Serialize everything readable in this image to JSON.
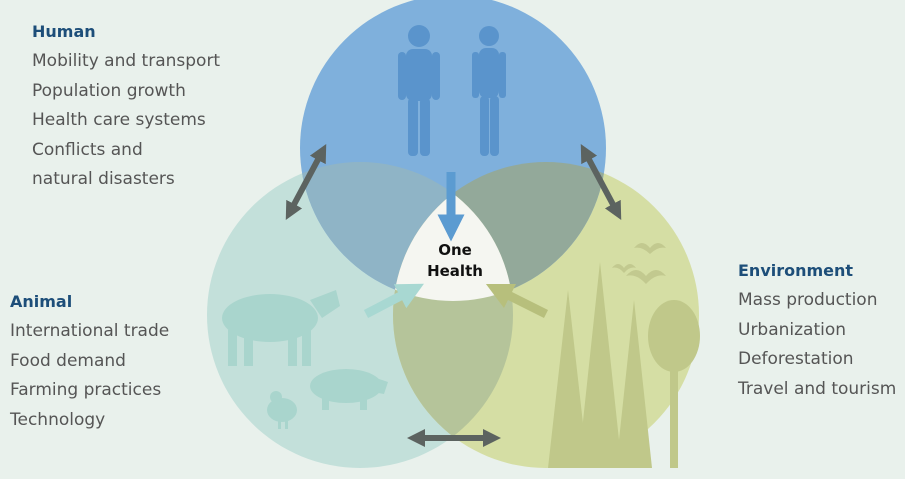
{
  "colors": {
    "human": "#7fb0dc",
    "animal": "#c3e0da",
    "environment": "#d5dea4",
    "arrow_outer": "#5c6360",
    "heading": "#1d4e79",
    "text": "#555555",
    "background": "#e9f1ec"
  },
  "center": {
    "line1": "One",
    "line2": "Health"
  },
  "human": {
    "heading": "Human",
    "items": [
      "Mobility and transport",
      "Population growth",
      "Health care systems",
      "Conflicts and",
      "natural disasters"
    ]
  },
  "animal": {
    "heading": "Animal",
    "items": [
      "International trade",
      "Food demand",
      "Farming practices",
      "Technology"
    ]
  },
  "environment": {
    "heading": "Environment",
    "items": [
      "Mass production",
      "Urbanization",
      "Deforestation",
      "Travel and tourism"
    ]
  },
  "icons": [
    "male-figure-icon",
    "female-figure-icon",
    "cow-icon",
    "pig-icon",
    "chicken-icon",
    "bat-icon",
    "tree-icon"
  ]
}
